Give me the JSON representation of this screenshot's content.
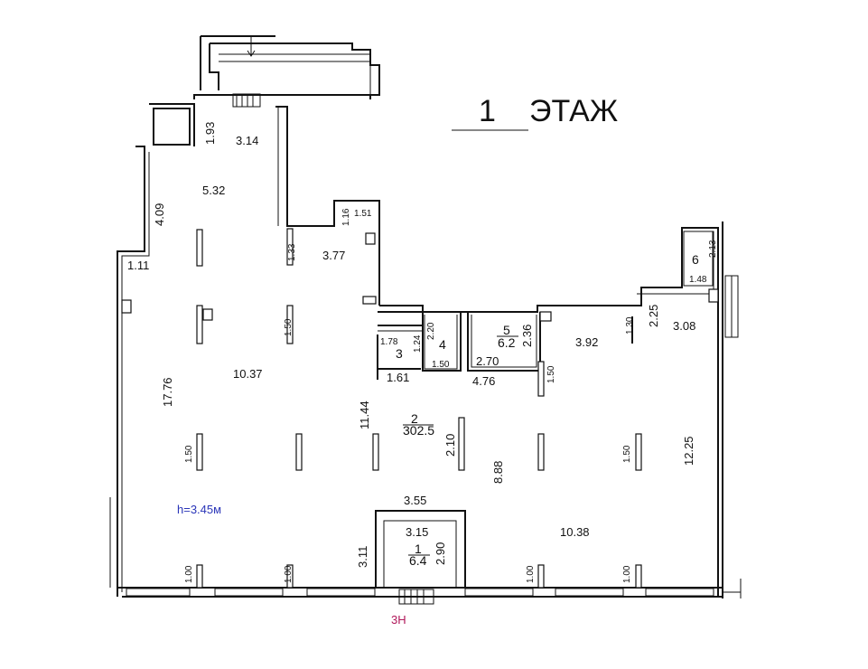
{
  "title": {
    "number": "1",
    "word": "ЭТАЖ"
  },
  "ceiling_height": "h=3.45м",
  "entrance_label": "3Н",
  "rooms": {
    "r1": {
      "number": "1",
      "area": "6.4"
    },
    "r2": {
      "number": "2",
      "area": "302.5"
    },
    "r3": {
      "number": "3"
    },
    "r4": {
      "number": "4"
    },
    "r5": {
      "number": "5",
      "area": "6.2"
    },
    "r6": {
      "number": "6"
    }
  },
  "dimensions": {
    "d1_93": "1.93",
    "d3_14": "3.14",
    "d5_32": "5.32",
    "d4_09": "4.09",
    "d1_11": "1.11",
    "d1_16": "1.16",
    "d1_51": "1.51",
    "d1_33": "1.33",
    "d3_77": "3.77",
    "d2_13": "2.13",
    "d1_48": "1.48",
    "d2_25": "2.25",
    "d1_30": "1.30",
    "d3_08": "3.08",
    "d3_92": "3.92",
    "d2_20": "2.20",
    "d1_24": "1.24",
    "d1_78": "1.78",
    "d2_36": "2.36",
    "d2_70": "2.70",
    "d1_50a": "1.50",
    "d1_61": "1.61",
    "d4_76": "4.76",
    "d1_50b": "1.50",
    "d1_50c": "1.50",
    "d17_76": "17.76",
    "d10_37": "10.37",
    "d11_44": "11.44",
    "d2_10": "2.10",
    "d8_88": "8.88",
    "d1_50d": "1.50",
    "d1_50e": "1.50",
    "d12_25": "12.25",
    "d3_55": "3.55",
    "d3_15": "3.15",
    "d2_90": "2.90",
    "d3_11": "3.11",
    "d10_38": "10.38",
    "d1_00a": "1.00",
    "d1_00b": "1.00",
    "d1_00c": "1.00",
    "d1_00d": "1.00"
  }
}
